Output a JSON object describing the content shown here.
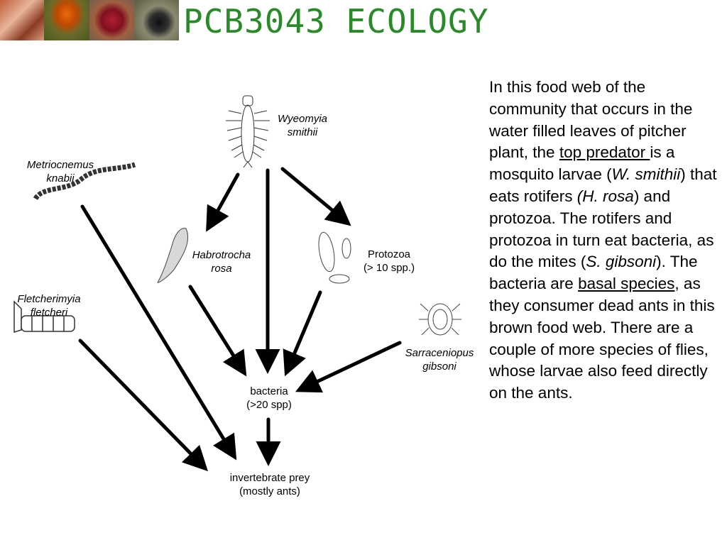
{
  "header": {
    "title": "PCB3043   ECOLOGY",
    "photos": [
      "worm-photo",
      "mushroom-photo",
      "pitcher-plant-photo",
      "beetle-photo"
    ]
  },
  "species": {
    "wyeomyia": "Wyeomyia\nsmithii",
    "metriocnemus": "Metriocnemus\nknabii",
    "habrotrocha": "Habrotrocha\nrosa",
    "protozoa": "Protozoa\n(> 10 spp.)",
    "fletcherimyia": "Fletcherimyia\nfletcheri",
    "sarraceniopus": "Sarraceniopus\ngibsoni",
    "bacteria": "bacteria\n(>20 spp)",
    "prey": "invertebrate prey\n(mostly ants)"
  },
  "description": {
    "s1": "In this food web of the community that occurs in the water filled leaves of pitcher plant, the ",
    "u1": "top predator ",
    "s2": "is a mosquito larvae (",
    "i1": "W. smithii",
    "s3": ") that eats rotifers ",
    "i2": "(H. rosa",
    "s4": ") and protozoa.  The rotifers and protozoa in turn eat bacteria, as do the mites (",
    "i3": "S. gibsoni",
    "s5": ").  The bacteria are ",
    "u2": "basal species",
    "s6": ", as they consumer dead ants in this brown food web.  There are a couple of more species of flies, whose larvae also feed directly on the ants."
  }
}
